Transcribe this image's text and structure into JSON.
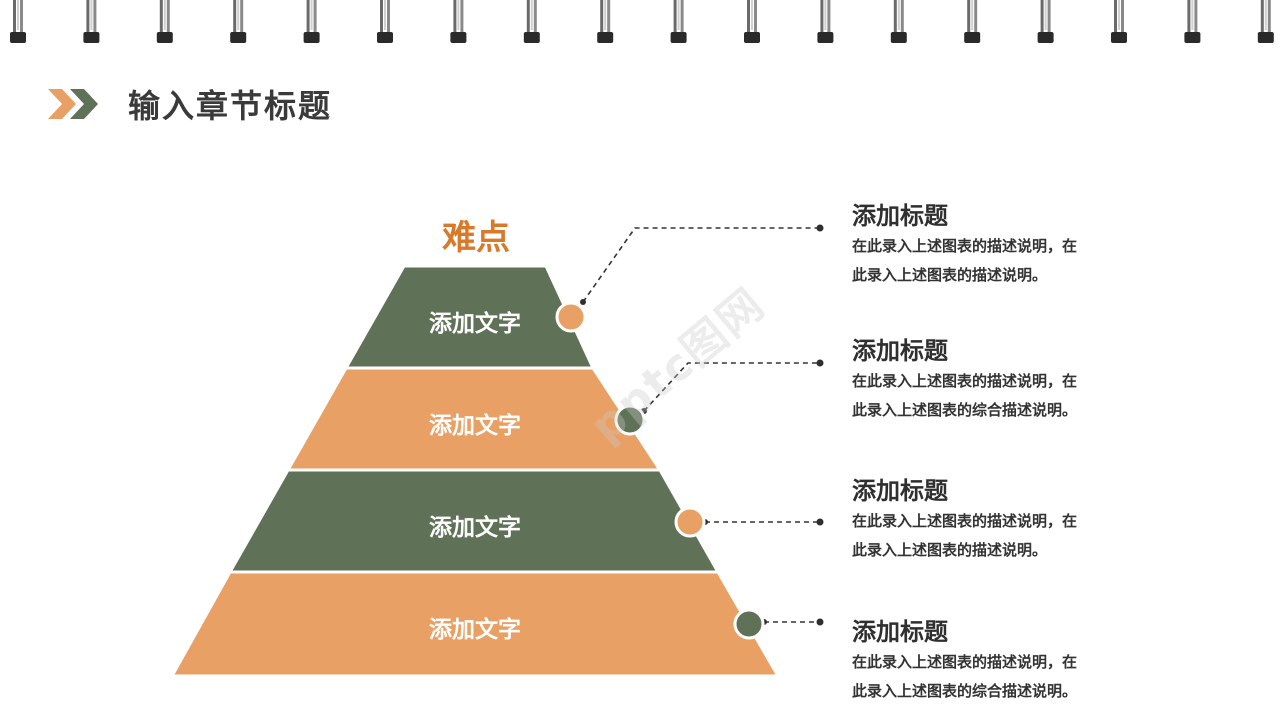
{
  "header": {
    "title": "输入章节标题"
  },
  "colors": {
    "green": "#5f7257",
    "orange": "#e9a065",
    "accent_text": "#d97a2b",
    "dark_text": "#2f2f2f"
  },
  "pyramid": {
    "top_label": "难点",
    "layers": [
      {
        "text": "添加文字",
        "color": "green"
      },
      {
        "text": "添加文字",
        "color": "orange"
      },
      {
        "text": "添加文字",
        "color": "green"
      },
      {
        "text": "添加文字",
        "color": "orange"
      }
    ]
  },
  "items": [
    {
      "title": "添加标题",
      "line1": "在此录入上述图表的描述说明，在",
      "line2": "此录入上述图表的描述说明。"
    },
    {
      "title": "添加标题",
      "line1": "在此录入上述图表的描述说明，在",
      "line2": "此录入上述图表的综合描述说明。"
    },
    {
      "title": "添加标题",
      "line1": "在此录入上述图表的描述说明，在",
      "line2": "此录入上述图表的描述说明。"
    },
    {
      "title": "添加标题",
      "line1": "在此录入上述图表的描述说明，在",
      "line2": "此录入上述图表的综合描述说明。"
    }
  ],
  "watermark": "pptc图网"
}
